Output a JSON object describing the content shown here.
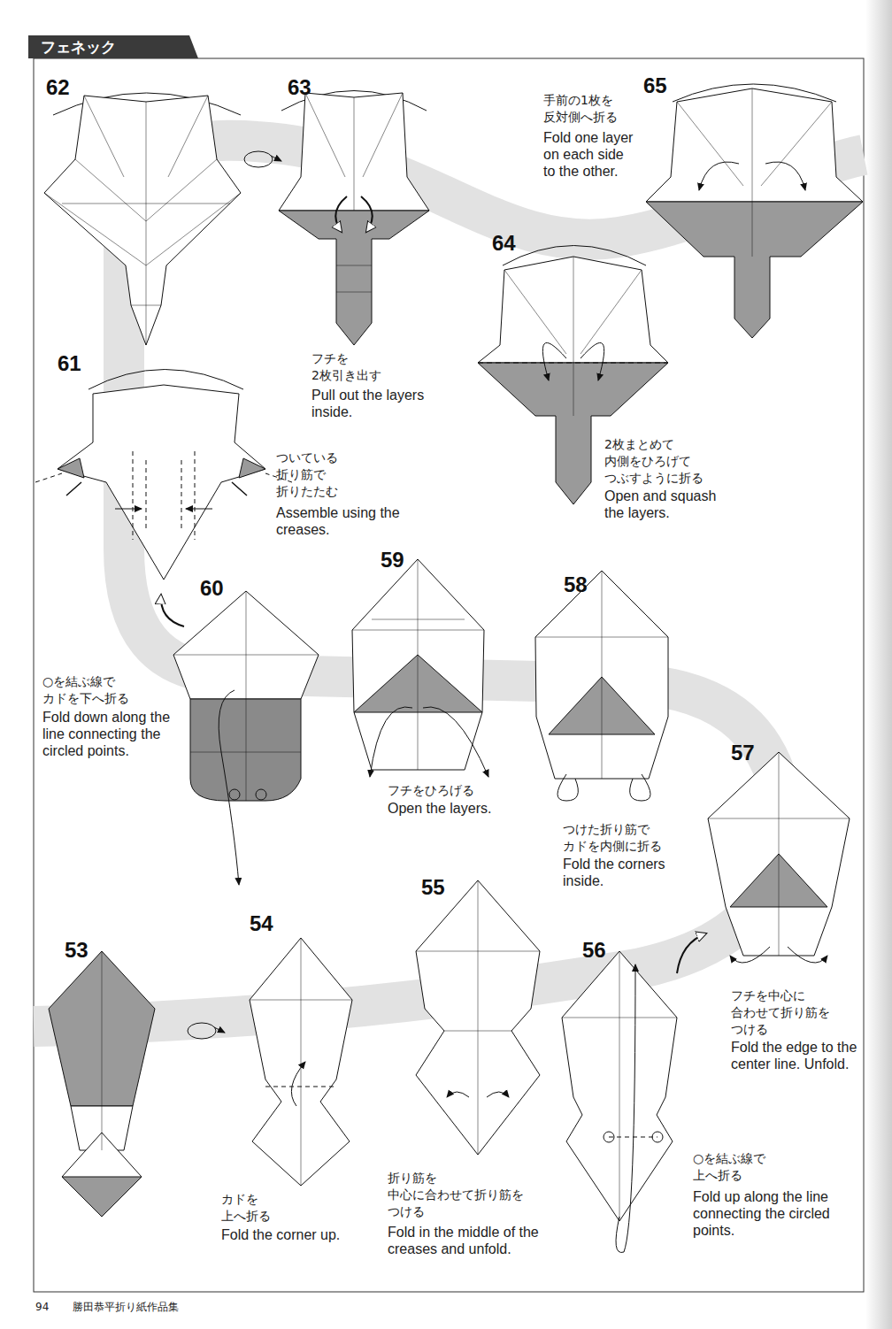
{
  "diagram": {
    "title": "フェネック",
    "labels": [
      "62",
      "63",
      "65",
      "64",
      "61",
      "60",
      "59",
      "58",
      "57",
      "53",
      "54",
      "55",
      "56",
      "フチを 2枚引き出す",
      "Pull out the layers inside.",
      "手前の1枚を 反対側へ折る",
      "Fold one layer on each side to the other.",
      "2枚まとめて 内側をひろげて つぶすように折る",
      "Open and squash the layers.",
      "ついている 折り筋で 折りたたむ",
      "Assemble using the creases.",
      "○を結ぶ線で カドを下へ折る",
      "Fold down along the line connecting the circled points.",
      "フチをひろげる",
      "Open the layers.",
      "つけた折り筋で カドを内側に折る",
      "Fold the corners inside.",
      "フチを中心に 合わせて折り筋を つける",
      "Fold the edge to the center line. Unfold.",
      "カドを 上へ折る",
      "Fold the corner up.",
      "折り筋を 中心に合わせて折り筋を つける",
      "Fold in the middle of the creases and unfold.",
      "○を結ぶ線で 上へ折る",
      "Fold up along the line connecting the circled points.",
      "94",
      "勝田恭平折り紙作品集"
    ]
  }
}
